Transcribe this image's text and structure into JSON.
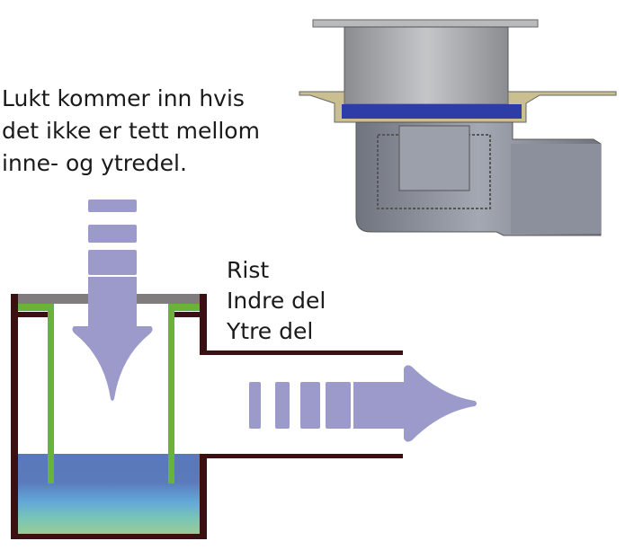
{
  "intro_text": [
    "Lukt kommer inn hvis",
    "det ikke er tett mellom",
    "inne- og ytredel."
  ],
  "legend": {
    "grate": "Rist",
    "inner_part": "Indre del",
    "outer_part": "Ytre del"
  },
  "colors": {
    "wall": "#3a1012",
    "grate": "#807c7e",
    "inner": "#68b43a",
    "arrow": "#9b9acb",
    "water_top": "#5a78bb",
    "water_bottom": "#98cc96"
  }
}
